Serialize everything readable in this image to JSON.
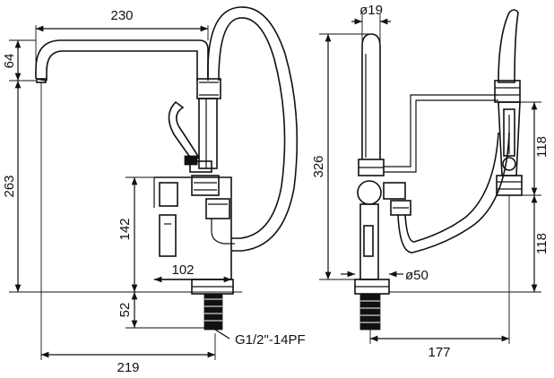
{
  "drawing": {
    "line_color": "#111111",
    "background": "#ffffff",
    "front_view": {
      "dim_width_top": "230",
      "dim_spout_height": "64",
      "dim_height_main": "263",
      "dim_body_height": "142",
      "dim_body_depth": "102",
      "dim_thread_length": "52",
      "dim_base_width": "219",
      "thread_label": "G1/2\"-14PF"
    },
    "side_view": {
      "dim_spout_diameter": "ø19",
      "dim_total_height": "326",
      "dim_upper_hose": "118",
      "dim_lower_hose": "118",
      "dim_base_diameter": "ø50",
      "dim_reach": "177"
    }
  }
}
